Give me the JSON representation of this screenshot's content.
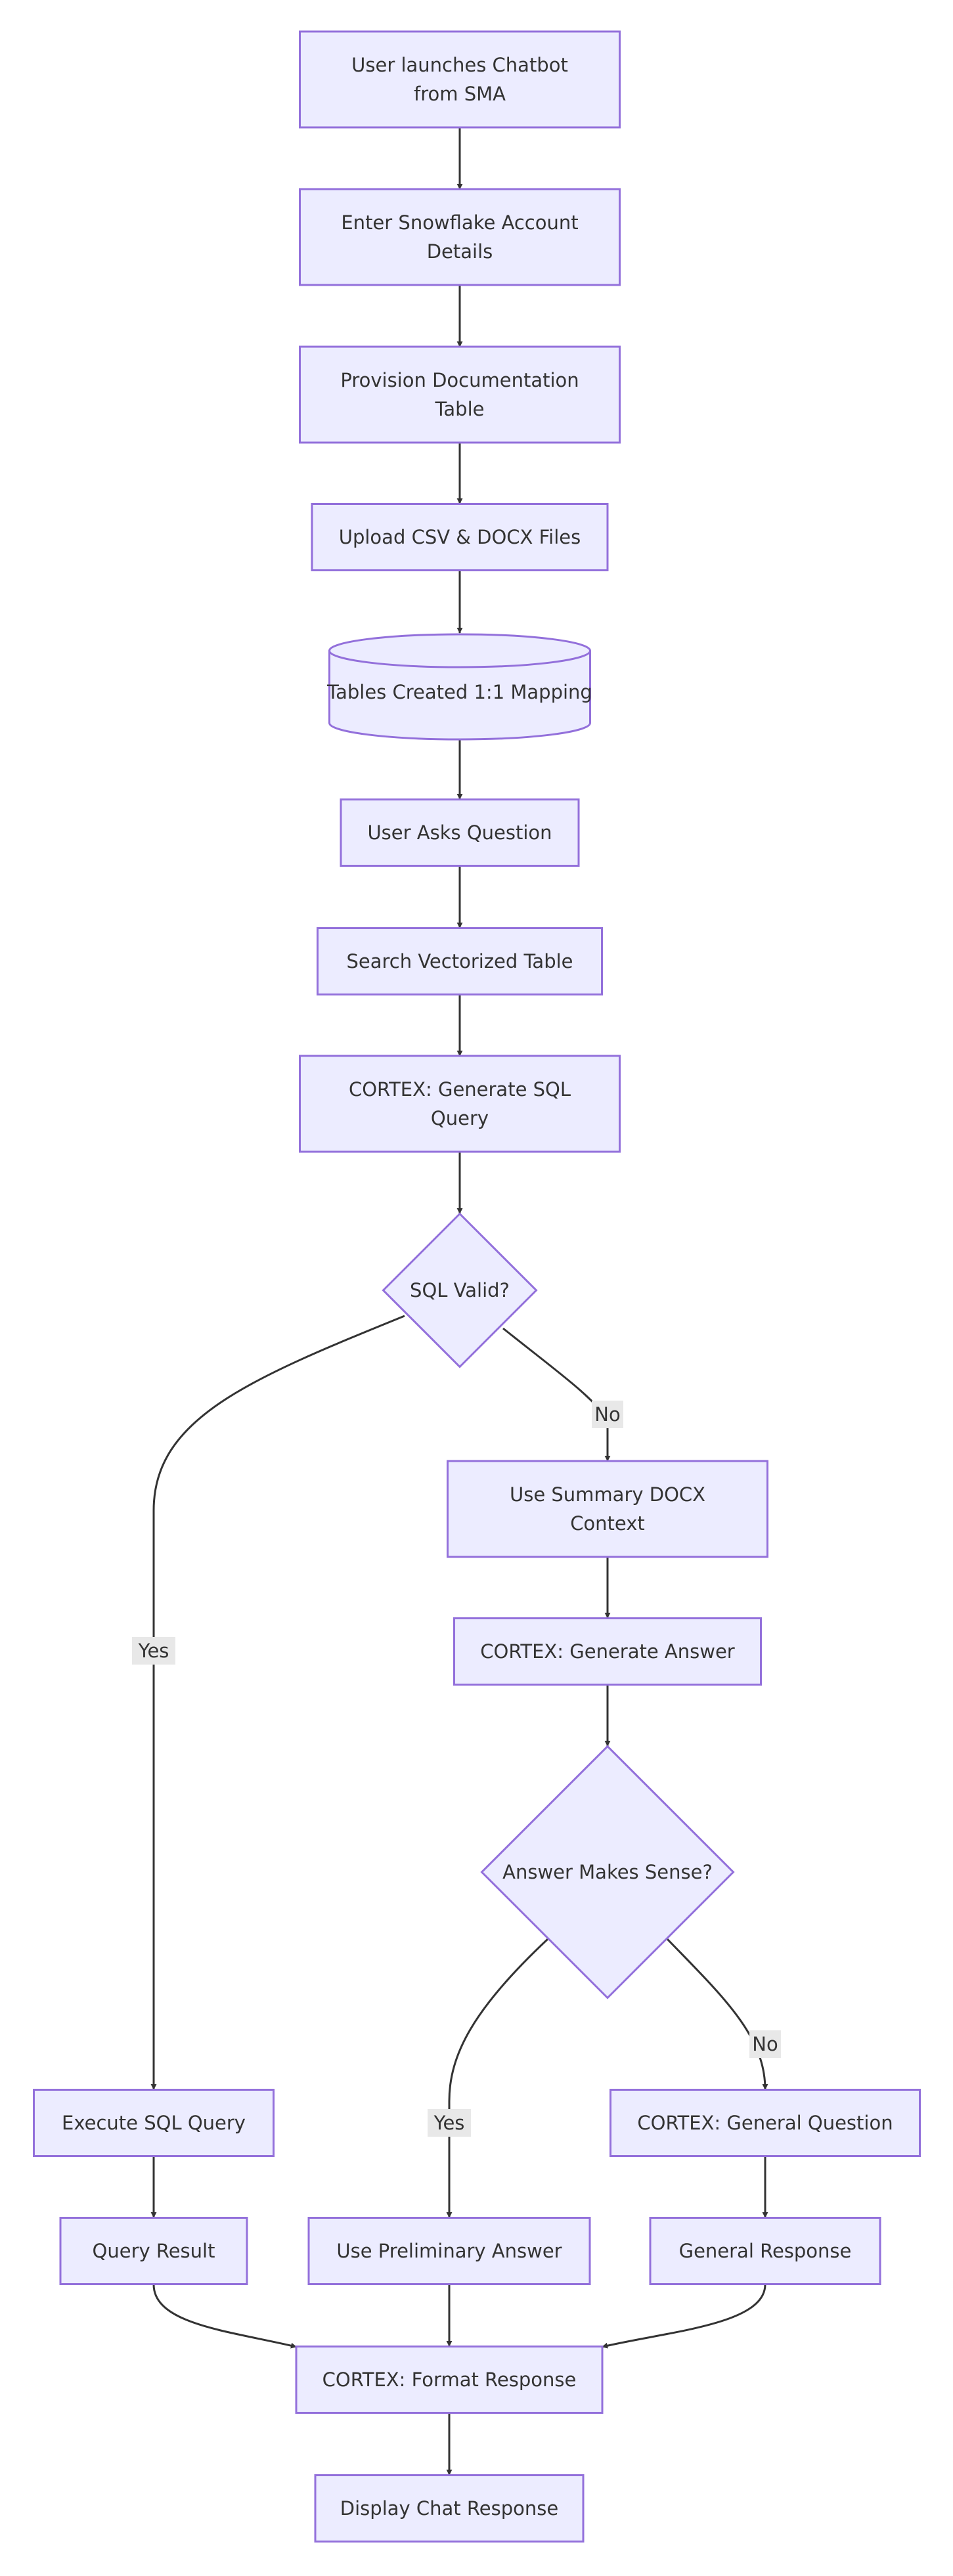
{
  "diagram": {
    "nodes": [
      {
        "id": "launch",
        "shape": "rect",
        "lines": [
          "User launches Chatbot",
          "from SMA"
        ]
      },
      {
        "id": "account",
        "shape": "rect",
        "lines": [
          "Enter Snowflake Account",
          "Details"
        ]
      },
      {
        "id": "provision",
        "shape": "rect",
        "lines": [
          "Provision Documentation",
          "Table"
        ]
      },
      {
        "id": "upload",
        "shape": "rect",
        "lines": [
          "Upload CSV & DOCX Files"
        ]
      },
      {
        "id": "tables",
        "shape": "cylinder",
        "lines": [
          "Tables Created 1:1 Mapping"
        ]
      },
      {
        "id": "ask",
        "shape": "rect",
        "lines": [
          "User Asks Question"
        ]
      },
      {
        "id": "search",
        "shape": "rect",
        "lines": [
          "Search Vectorized Table"
        ]
      },
      {
        "id": "gensql",
        "shape": "rect",
        "lines": [
          "CORTEX: Generate SQL",
          "Query"
        ]
      },
      {
        "id": "sqlvalid",
        "shape": "diamond",
        "lines": [
          "SQL Valid?"
        ]
      },
      {
        "id": "summary",
        "shape": "rect",
        "lines": [
          "Use Summary DOCX",
          "Context"
        ]
      },
      {
        "id": "genanswer",
        "shape": "rect",
        "lines": [
          "CORTEX: Generate Answer"
        ]
      },
      {
        "id": "makessense",
        "shape": "diamond",
        "lines": [
          "Answer Makes Sense?"
        ]
      },
      {
        "id": "execute",
        "shape": "rect",
        "lines": [
          "Execute SQL Query"
        ]
      },
      {
        "id": "generalq",
        "shape": "rect",
        "lines": [
          "CORTEX: General Question"
        ]
      },
      {
        "id": "result",
        "shape": "rect",
        "lines": [
          "Query Result"
        ]
      },
      {
        "id": "prelim",
        "shape": "rect",
        "lines": [
          "Use Preliminary Answer"
        ]
      },
      {
        "id": "generalresp",
        "shape": "rect",
        "lines": [
          "General Response"
        ]
      },
      {
        "id": "format",
        "shape": "rect",
        "lines": [
          "CORTEX: Format Response"
        ]
      },
      {
        "id": "display",
        "shape": "rect",
        "lines": [
          "Display Chat Response"
        ]
      }
    ],
    "edges": [
      {
        "id": "launch-account",
        "from": "launch",
        "to": "account",
        "label": ""
      },
      {
        "id": "account-provision",
        "from": "account",
        "to": "provision",
        "label": ""
      },
      {
        "id": "provision-upload",
        "from": "provision",
        "to": "upload",
        "label": ""
      },
      {
        "id": "upload-tables",
        "from": "upload",
        "to": "tables",
        "label": ""
      },
      {
        "id": "tables-ask",
        "from": "tables",
        "to": "ask",
        "label": ""
      },
      {
        "id": "ask-search",
        "from": "ask",
        "to": "search",
        "label": ""
      },
      {
        "id": "search-gensql",
        "from": "search",
        "to": "gensql",
        "label": ""
      },
      {
        "id": "gensql-sqlvalid",
        "from": "gensql",
        "to": "sqlvalid",
        "label": ""
      },
      {
        "id": "sqlvalid-summary",
        "from": "sqlvalid",
        "to": "summary",
        "label": "No"
      },
      {
        "id": "sqlvalid-execute",
        "from": "sqlvalid",
        "to": "execute",
        "label": "Yes"
      },
      {
        "id": "summary-genanswer",
        "from": "summary",
        "to": "genanswer",
        "label": ""
      },
      {
        "id": "genanswer-makessense",
        "from": "genanswer",
        "to": "makessense",
        "label": ""
      },
      {
        "id": "makessense-prelim",
        "from": "makessense",
        "to": "prelim",
        "label": "Yes"
      },
      {
        "id": "makessense-generalq",
        "from": "makessense",
        "to": "generalq",
        "label": "No"
      },
      {
        "id": "execute-result",
        "from": "execute",
        "to": "result",
        "label": ""
      },
      {
        "id": "generalq-generalresp",
        "from": "generalq",
        "to": "generalresp",
        "label": ""
      },
      {
        "id": "result-format",
        "from": "result",
        "to": "format",
        "label": ""
      },
      {
        "id": "prelim-format",
        "from": "prelim",
        "to": "format",
        "label": ""
      },
      {
        "id": "generalresp-format",
        "from": "generalresp",
        "to": "format",
        "label": ""
      },
      {
        "id": "format-display",
        "from": "format",
        "to": "display",
        "label": ""
      }
    ]
  }
}
